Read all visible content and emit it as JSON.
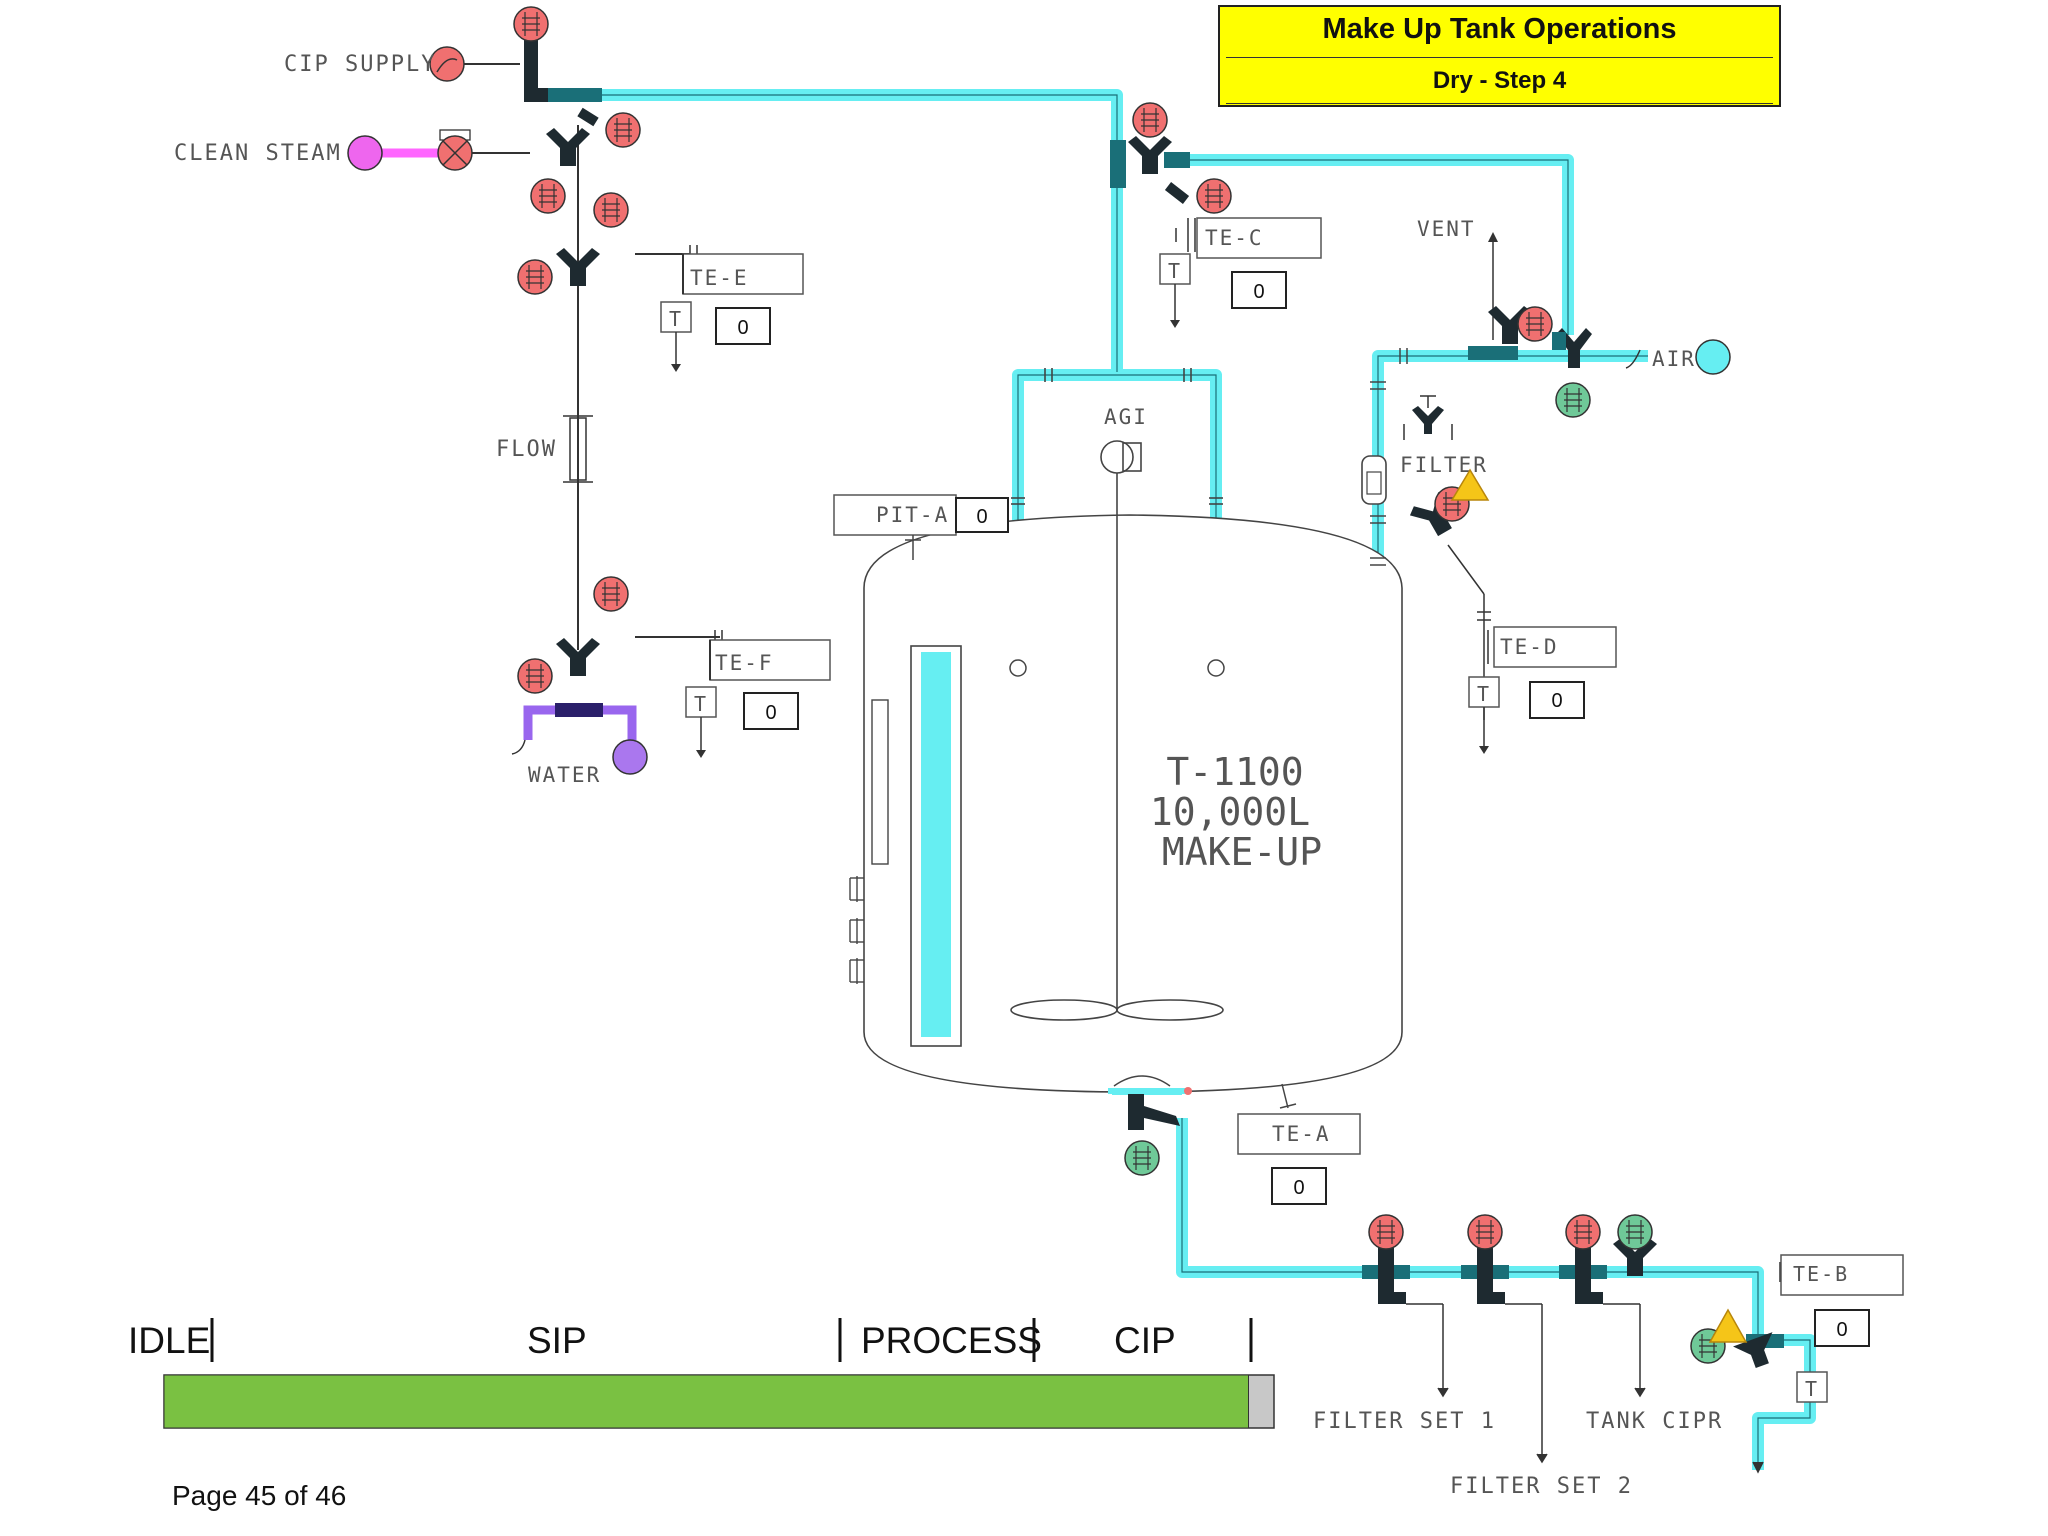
{
  "header": {
    "title": "Make Up Tank Operations",
    "subtitle": "Dry - Step 4"
  },
  "tank": {
    "line1": "T-1100",
    "line2": "10,000L",
    "line3": "MAKE-UP",
    "agitator_label": "AGI"
  },
  "labels": {
    "cip_supply": "CIP SUPPLY",
    "clean_steam": "CLEAN STEAM",
    "flow": "FLOW",
    "water": "WATER",
    "vent": "VENT",
    "air": "AIR",
    "filter": "FILTER",
    "filter_set_1": "FILTER SET 1",
    "filter_set_2": "FILTER SET 2",
    "tank_cipr": "TANK CIPR",
    "transmitter_t": "T"
  },
  "instruments": {
    "te_e": {
      "tag": "TE-E",
      "value": "0"
    },
    "te_f": {
      "tag": "TE-F",
      "value": "0"
    },
    "te_c": {
      "tag": "TE-C",
      "value": "0"
    },
    "te_d": {
      "tag": "TE-D",
      "value": "0"
    },
    "te_a": {
      "tag": "TE-A",
      "value": "0"
    },
    "te_b": {
      "tag": "TE-B",
      "value": "0"
    },
    "pit_a": {
      "tag": "PIT-A",
      "value": "0"
    }
  },
  "phases": {
    "idle": "IDLE",
    "sip": "SIP",
    "process": "PROCESS",
    "cip": "CIP",
    "progress_fraction": 0.977
  },
  "footer": {
    "page": "Page 45 of 46"
  },
  "colors": {
    "active_line": "#66eef2",
    "steam_line": "#ff66ff",
    "water_line": "#9966ee",
    "valve_closed": "#f07070",
    "valve_open": "#6fc998",
    "valve_body": "#1e2a30",
    "valve_teal": "#1a6f78",
    "alarm": "#f5c518",
    "progress": "#7ac142",
    "banner": "#ffff00"
  }
}
